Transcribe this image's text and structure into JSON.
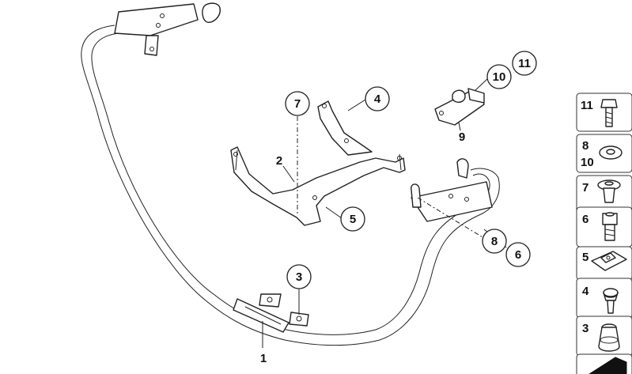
{
  "callouts": {
    "c1": "1",
    "c2": "2",
    "c3": "3",
    "c4": "4",
    "c5": "5",
    "c6": "6",
    "c7": "7",
    "c8": "8",
    "c9": "9",
    "c10": "10",
    "c11": "11"
  },
  "legend": {
    "items": [
      {
        "labels": [
          "11"
        ],
        "icon": "bolt-icon"
      },
      {
        "labels": [
          "8",
          "10"
        ],
        "icon": "washer-icon"
      },
      {
        "labels": [
          "7"
        ],
        "icon": "expanding-rivet-icon"
      },
      {
        "labels": [
          "6"
        ],
        "icon": "hex-socket-screw-icon"
      },
      {
        "labels": [
          "5"
        ],
        "icon": "clip-nut-icon"
      },
      {
        "labels": [
          "4"
        ],
        "icon": "rubber-bumper-icon"
      },
      {
        "labels": [
          "3"
        ],
        "icon": "rubber-buffer-icon"
      },
      {
        "labels": [
          ""
        ],
        "icon": "wedge-icon"
      }
    ]
  }
}
